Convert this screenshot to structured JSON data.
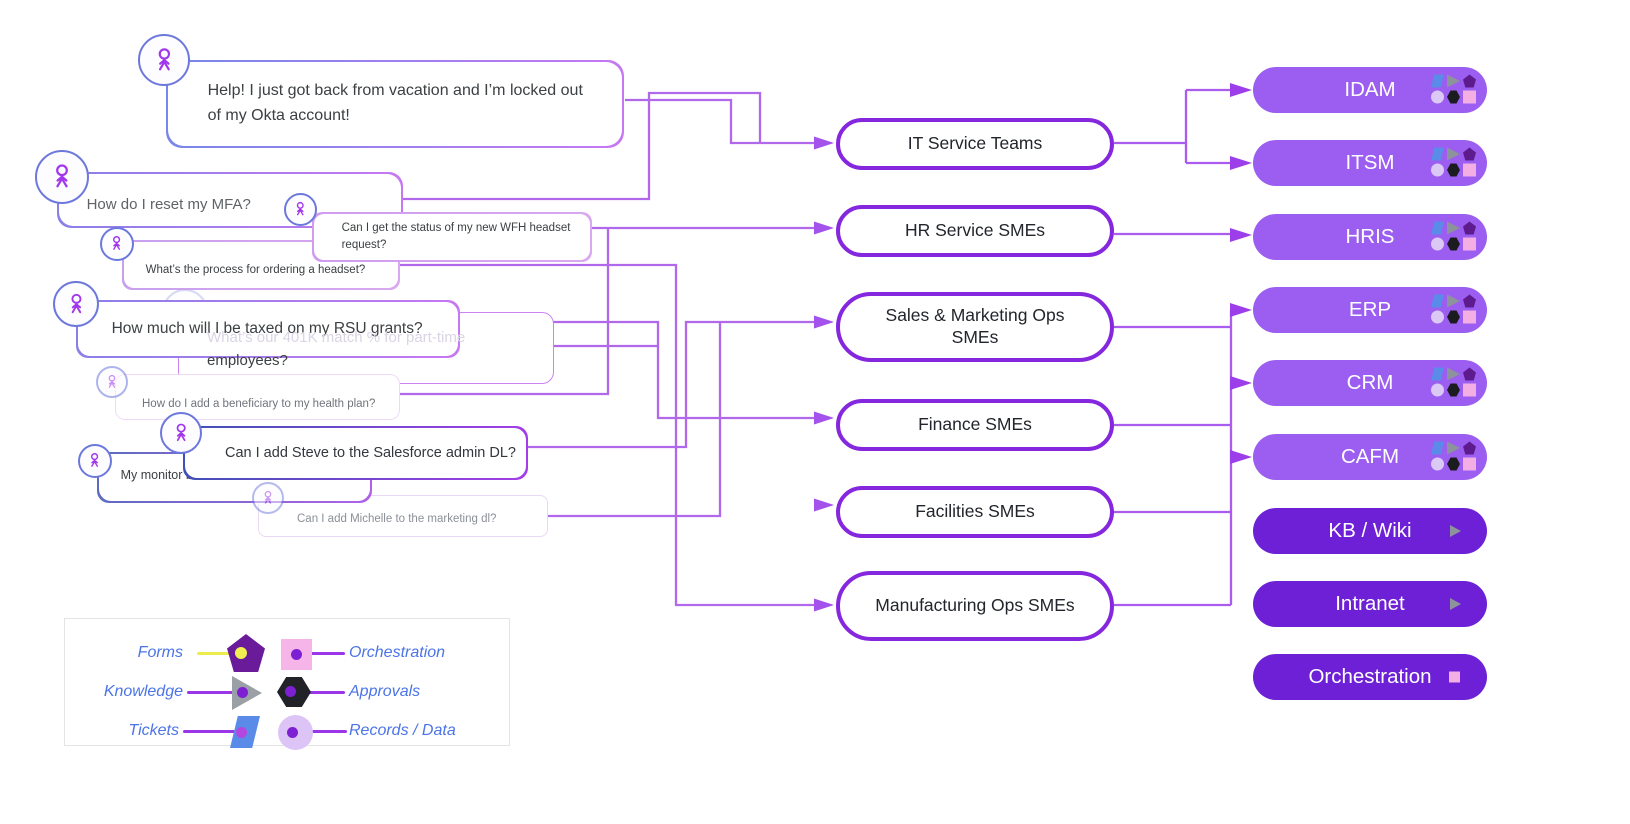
{
  "bubbles": {
    "okta": {
      "text": "Help! I just got back from vacation and I’m locked out of my Okta account!"
    },
    "mfa": {
      "text": "How do I reset my MFA?"
    },
    "wfh_status": {
      "text": "Can I get the status of my new WFH headset request?"
    },
    "headset_process": {
      "text": "What’s the process for ordering a headset?"
    },
    "rsu": {
      "text": "How much will I be taxed on my RSU grants?"
    },
    "match_401k": {
      "line1": "What’s our 401K match % for part-time",
      "line2": "employees?"
    },
    "beneficiary": {
      "text": "How do I add a beneficiary to my health plan?"
    },
    "salesforce_dl": {
      "text": "Can I add Steve to the Salesforce admin DL?"
    },
    "monitor": {
      "text": "My monitor broke"
    },
    "marketing_dl": {
      "text": "Can I add Michelle to the marketing dl?"
    }
  },
  "teams": {
    "it": {
      "label": "IT Service Teams"
    },
    "hr": {
      "label": "HR Service SMEs"
    },
    "sales": {
      "label": "Sales & Marketing Ops SMEs"
    },
    "finance": {
      "label": "Finance SMEs"
    },
    "facilities": {
      "label": "Facilities SMEs"
    },
    "manufacturing": {
      "label": "Manufacturing Ops SMEs"
    }
  },
  "systems": {
    "idam": {
      "label": "IDAM"
    },
    "itsm": {
      "label": "ITSM"
    },
    "hris": {
      "label": "HRIS"
    },
    "erp": {
      "label": "ERP"
    },
    "crm": {
      "label": "CRM"
    },
    "cafm": {
      "label": "CAFM"
    },
    "kb": {
      "label": "KB / Wiki"
    },
    "intranet": {
      "label": "Intranet"
    },
    "orch": {
      "label": "Orchestration"
    }
  },
  "legend": {
    "forms": {
      "label": "Forms"
    },
    "knowledge": {
      "label": "Knowledge"
    },
    "tickets": {
      "label": "Tickets"
    },
    "orchestration": {
      "label": "Orchestration"
    },
    "approvals": {
      "label": "Approvals"
    },
    "records": {
      "label": "Records / Data"
    }
  },
  "edges": {
    "left_to_team": [
      {
        "from": "okta",
        "to": "it"
      },
      {
        "from": "mfa",
        "to": "it"
      },
      {
        "from": "wfh_status",
        "to": "hr"
      },
      {
        "from": "beneficiary",
        "to": "hr"
      },
      {
        "from": "rsu",
        "to": "finance"
      },
      {
        "from": "match_401k",
        "to": "finance"
      },
      {
        "from": "salesforce_dl",
        "to": "sales"
      },
      {
        "from": "marketing_dl",
        "to": "sales"
      },
      {
        "from": "monitor",
        "to": "facilities"
      },
      {
        "from": "headset_process",
        "to": "manufacturing"
      }
    ],
    "team_to_system": [
      {
        "from": [
          "it"
        ],
        "to": [
          "idam",
          "itsm"
        ]
      },
      {
        "from": [
          "hr"
        ],
        "to": [
          "hris"
        ]
      },
      {
        "from": [
          "sales",
          "finance",
          "facilities",
          "manufacturing"
        ],
        "to": [
          "erp",
          "crm",
          "cafm"
        ]
      }
    ]
  },
  "colors": {
    "connector": "#b168ea",
    "team_border": "#8527de",
    "system_light": "#9b5ef0",
    "system_dark": "#6d20d5",
    "legend_text": "#4b74e6",
    "forms_shape": "#5e1b8e",
    "knowledge_shape": "#8d939b",
    "tickets_shape": "#5b8be8",
    "orchestration_shape": "#f3aee4",
    "approvals_shape": "#1b1c20",
    "records_shape": "#dcc8f4"
  }
}
